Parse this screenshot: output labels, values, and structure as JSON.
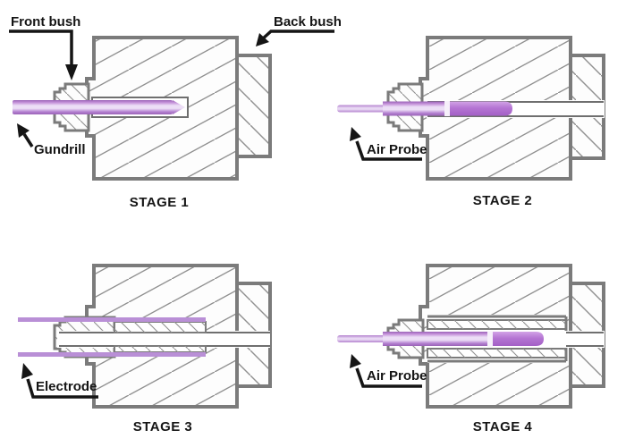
{
  "colors": {
    "background": "#ffffff",
    "outline": "#7b7b7b",
    "hatch_line": "#909090",
    "channel_line": "#6f6f6f",
    "block_fill": "#fdfdfd",
    "rod_purple_dark": "#9a63b7",
    "rod_purple_light": "#ecdef6",
    "probe_purple": "#b575d3",
    "electrode_purple": "#b98fd6",
    "label_text": "#151515"
  },
  "stages": [
    {
      "label": "STAGE 1",
      "callouts": [
        {
          "text": "Front bush"
        },
        {
          "text": "Back bush"
        },
        {
          "text": "Gundrill"
        }
      ]
    },
    {
      "label": "STAGE 2",
      "callouts": [
        {
          "text": "Air Probe"
        }
      ]
    },
    {
      "label": "STAGE 3",
      "callouts": [
        {
          "text": "Electrode"
        }
      ]
    },
    {
      "label": "STAGE 4",
      "callouts": [
        {
          "text": "Air Probe"
        }
      ]
    }
  ]
}
